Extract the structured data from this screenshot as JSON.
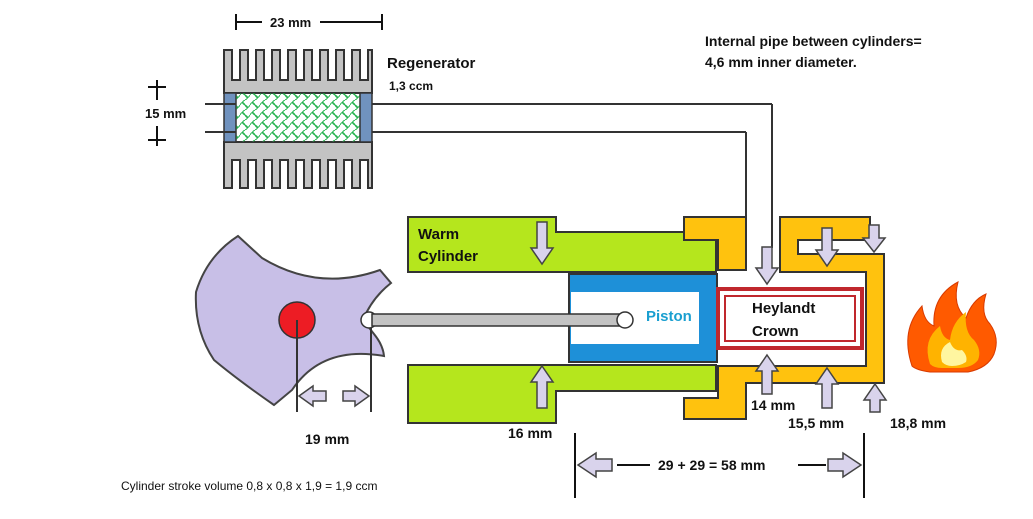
{
  "labels": {
    "regenerator_width": "23 mm",
    "regenerator_height": "15 mm",
    "regenerator": "Regenerator",
    "regenerator_volume": "1,3 ccm",
    "pipe_note_line1": "Internal pipe between cylinders=",
    "pipe_note_line2": "4,6 mm inner diameter.",
    "warm_cylinder_line1": "Warm",
    "warm_cylinder_line2": "Cylinder",
    "piston": "Piston",
    "heylandt_line1": "Heylandt",
    "heylandt_line2": "Crown",
    "crank_stroke": "19 mm",
    "warm_cylinder_dim": "16 mm",
    "crown_dim": "14 mm",
    "inner_hot_dim": "15,5 mm",
    "outer_hot_dim": "18,8 mm",
    "total_length": "29 + 29 = 58 mm",
    "stroke_volume": "Cylinder stroke volume 0,8 x 0,8 x 1,9 = 1,9 ccm"
  },
  "colors": {
    "warm_cylinder": "#b5e61d",
    "hot_cylinder": "#ffc20e",
    "piston": "#1e90d8",
    "crown": "#c0282d",
    "flywheel": "#c8bfe7",
    "crank_pin": "#ed1c24",
    "regenerator_fins": "#c3c3c3",
    "regenerator_mesh": "#22b14c",
    "seal": "#7092be"
  },
  "icons": [
    "fire-icon",
    "dimension-arrow-icon"
  ]
}
